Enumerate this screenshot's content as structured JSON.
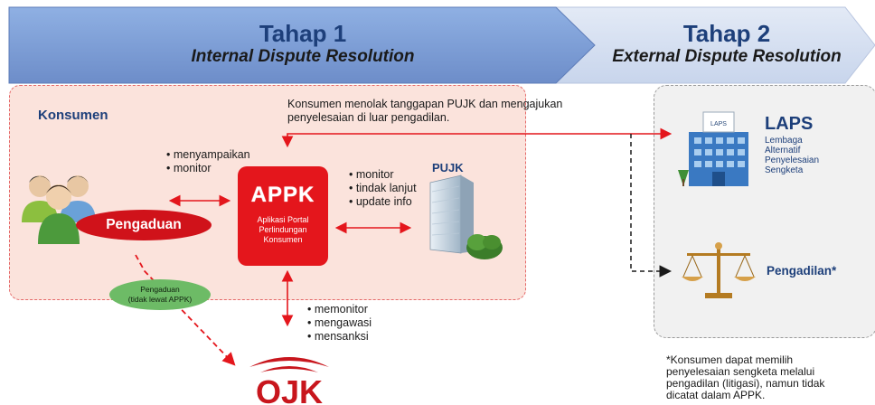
{
  "stage1": {
    "title": "Tahap 1",
    "subtitle": "Internal Dispute Resolution"
  },
  "stage2": {
    "title": "Tahap 2",
    "subtitle": "External Dispute Resolution"
  },
  "konsumen_label": "Konsumen",
  "rejection_note": [
    "Konsumen menolak tanggapan PUJK dan mengajukan",
    "penyelesaian di luar pengadilan."
  ],
  "consumer_actions": [
    "menyampaikan",
    "monitor"
  ],
  "pujk_label": "PUJK",
  "pujk_actions": [
    "monitor",
    "tindak lanjut",
    "update info"
  ],
  "appk": {
    "title": "APPK",
    "desc": [
      "Aplikasi Portal",
      "Perlindungan",
      "Konsumen"
    ]
  },
  "pengaduan_label": "Pengaduan",
  "pengaduan_direct": [
    "Pengaduan",
    "(tidak lewat APPK)"
  ],
  "ojk_actions": [
    "memonitor",
    "mengawasi",
    "mensanksi"
  ],
  "ojk_logo_text": "OJK",
  "laps": {
    "sign": "LAPS",
    "title": "LAPS",
    "desc": [
      "Lembaga",
      "Alternatif",
      "Penyelesaian",
      "Sengketa"
    ]
  },
  "pengadilan_label": "Pengadilan*",
  "footnote": [
    "*Konsumen dapat memilih",
    "penyelesaian sengketa melalui",
    "pengadilan (litigasi), namun tidak",
    "dicatat dalam APPK."
  ],
  "colors": {
    "stage1_band": "#7f9fd6",
    "stage2_band": "#d6e0f1",
    "panel1": "#fbe3dc",
    "panel2": "#f1f1f1",
    "accent_red": "#e4161c",
    "pengaduan_green": "#6dbb66"
  }
}
